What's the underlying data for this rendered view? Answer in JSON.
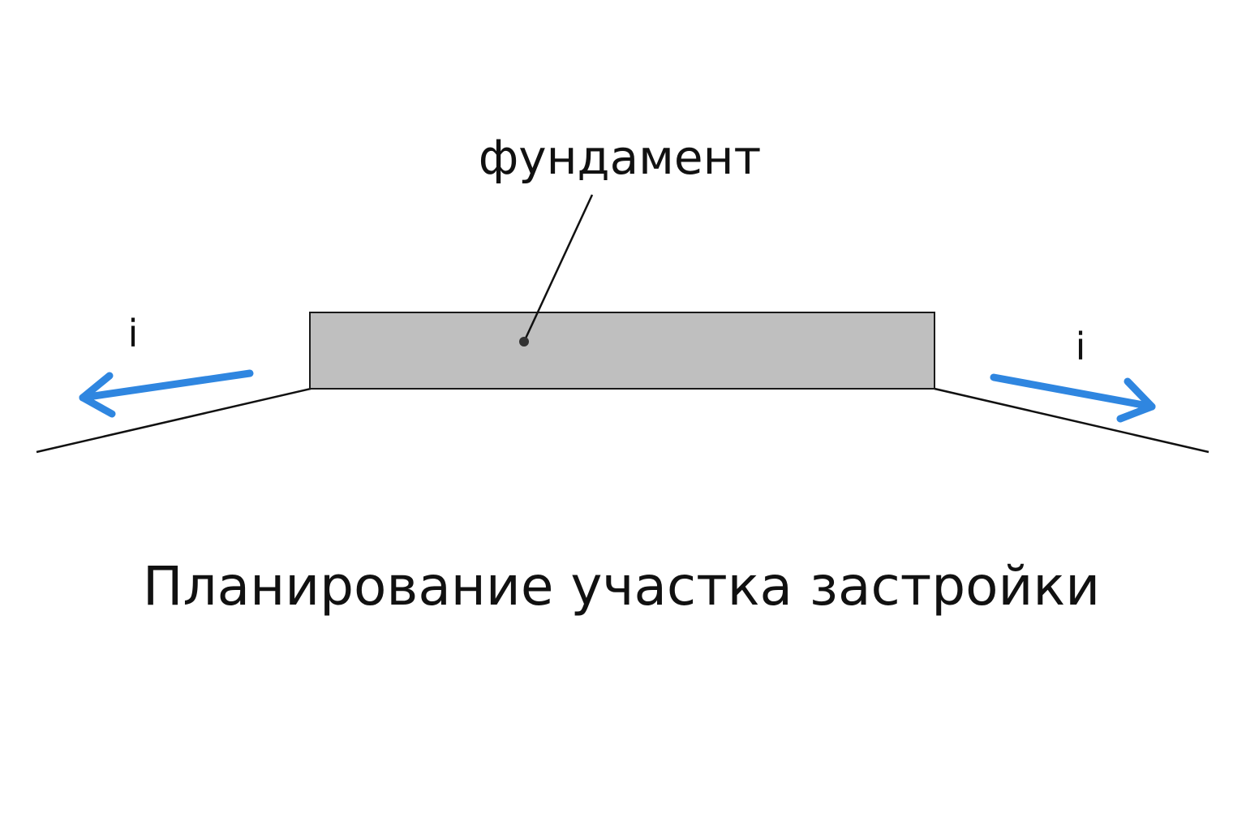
{
  "foundation": {
    "label": "фундамент",
    "fill_color": "#bfbfbf",
    "stroke_color": "#1a1a1a"
  },
  "slope": {
    "left_label": "i",
    "right_label": "i",
    "arrow_color": "#2f86e0"
  },
  "ground": {
    "line_color": "#111111"
  },
  "caption": "Планирование участка застройки"
}
